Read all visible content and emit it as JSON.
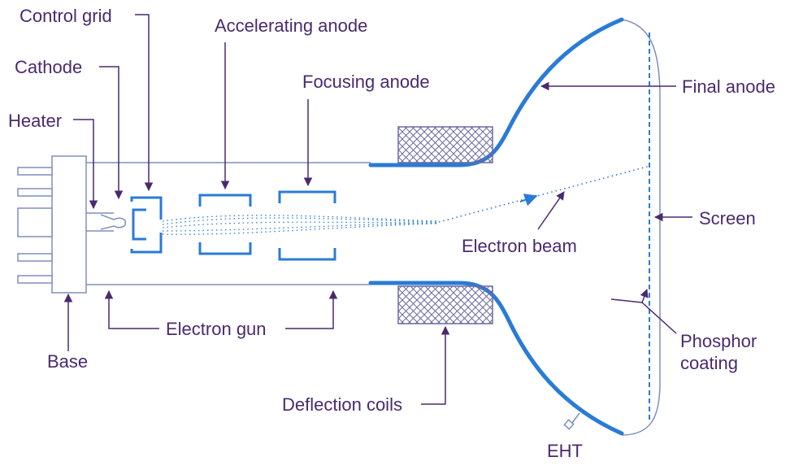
{
  "labels": {
    "control_grid": "Control grid",
    "accelerating_anode": "Accelerating anode",
    "cathode": "Cathode",
    "focusing_anode": "Focusing anode",
    "heater": "Heater",
    "final_anode": "Final anode",
    "screen": "Screen",
    "electron_beam": "Electron beam",
    "electron_gun": "Electron gun",
    "base": "Base",
    "phosphor_line1": "Phosphor",
    "phosphor_line2": "coating",
    "deflection_coils": "Deflection coils",
    "eht": "EHT"
  },
  "colors": {
    "label": "#4a2a6e",
    "electrode": "#2a7bd6",
    "outline": "#7f8fbf",
    "leader": "#4a2a6e",
    "coil_hatch": "#6a6aa0"
  }
}
